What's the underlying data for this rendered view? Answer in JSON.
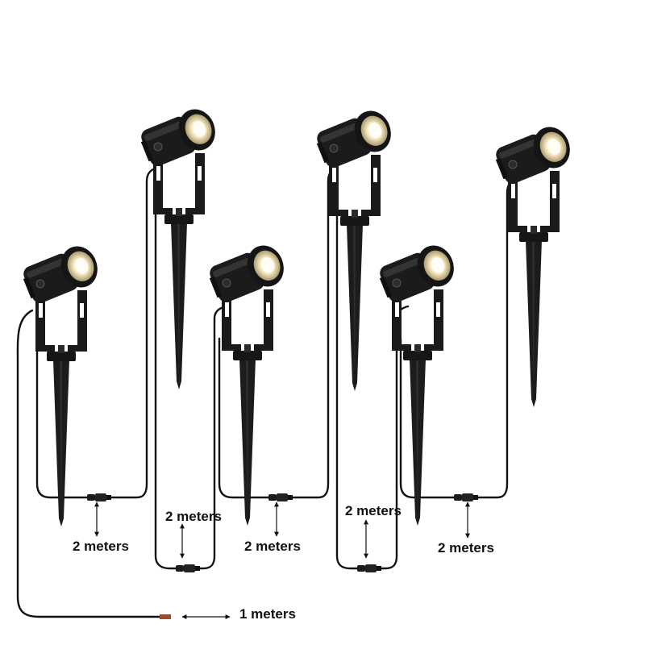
{
  "colors": {
    "background": "#ffffff",
    "fixture": "#1a1a1a",
    "fixture_highlight": "#3a3a3a",
    "cable": "#111111",
    "led_inner": "#fff3d6",
    "led_outer": "#c9b88a",
    "cable_end": "#9b4a2a"
  },
  "lights": [
    {
      "id": "light-1",
      "name": "spotlight-1"
    },
    {
      "id": "light-2",
      "name": "spotlight-2"
    },
    {
      "id": "light-3",
      "name": "spotlight-3"
    },
    {
      "id": "light-4",
      "name": "spotlight-4"
    },
    {
      "id": "light-5",
      "name": "spotlight-5"
    },
    {
      "id": "light-6",
      "name": "spotlight-6"
    }
  ],
  "labels": {
    "span_1": "2 meters",
    "span_2": "2 meters",
    "span_3": "2 meters",
    "span_4": "2 meters",
    "span_5": "2 meters",
    "lead": "1 meters"
  }
}
